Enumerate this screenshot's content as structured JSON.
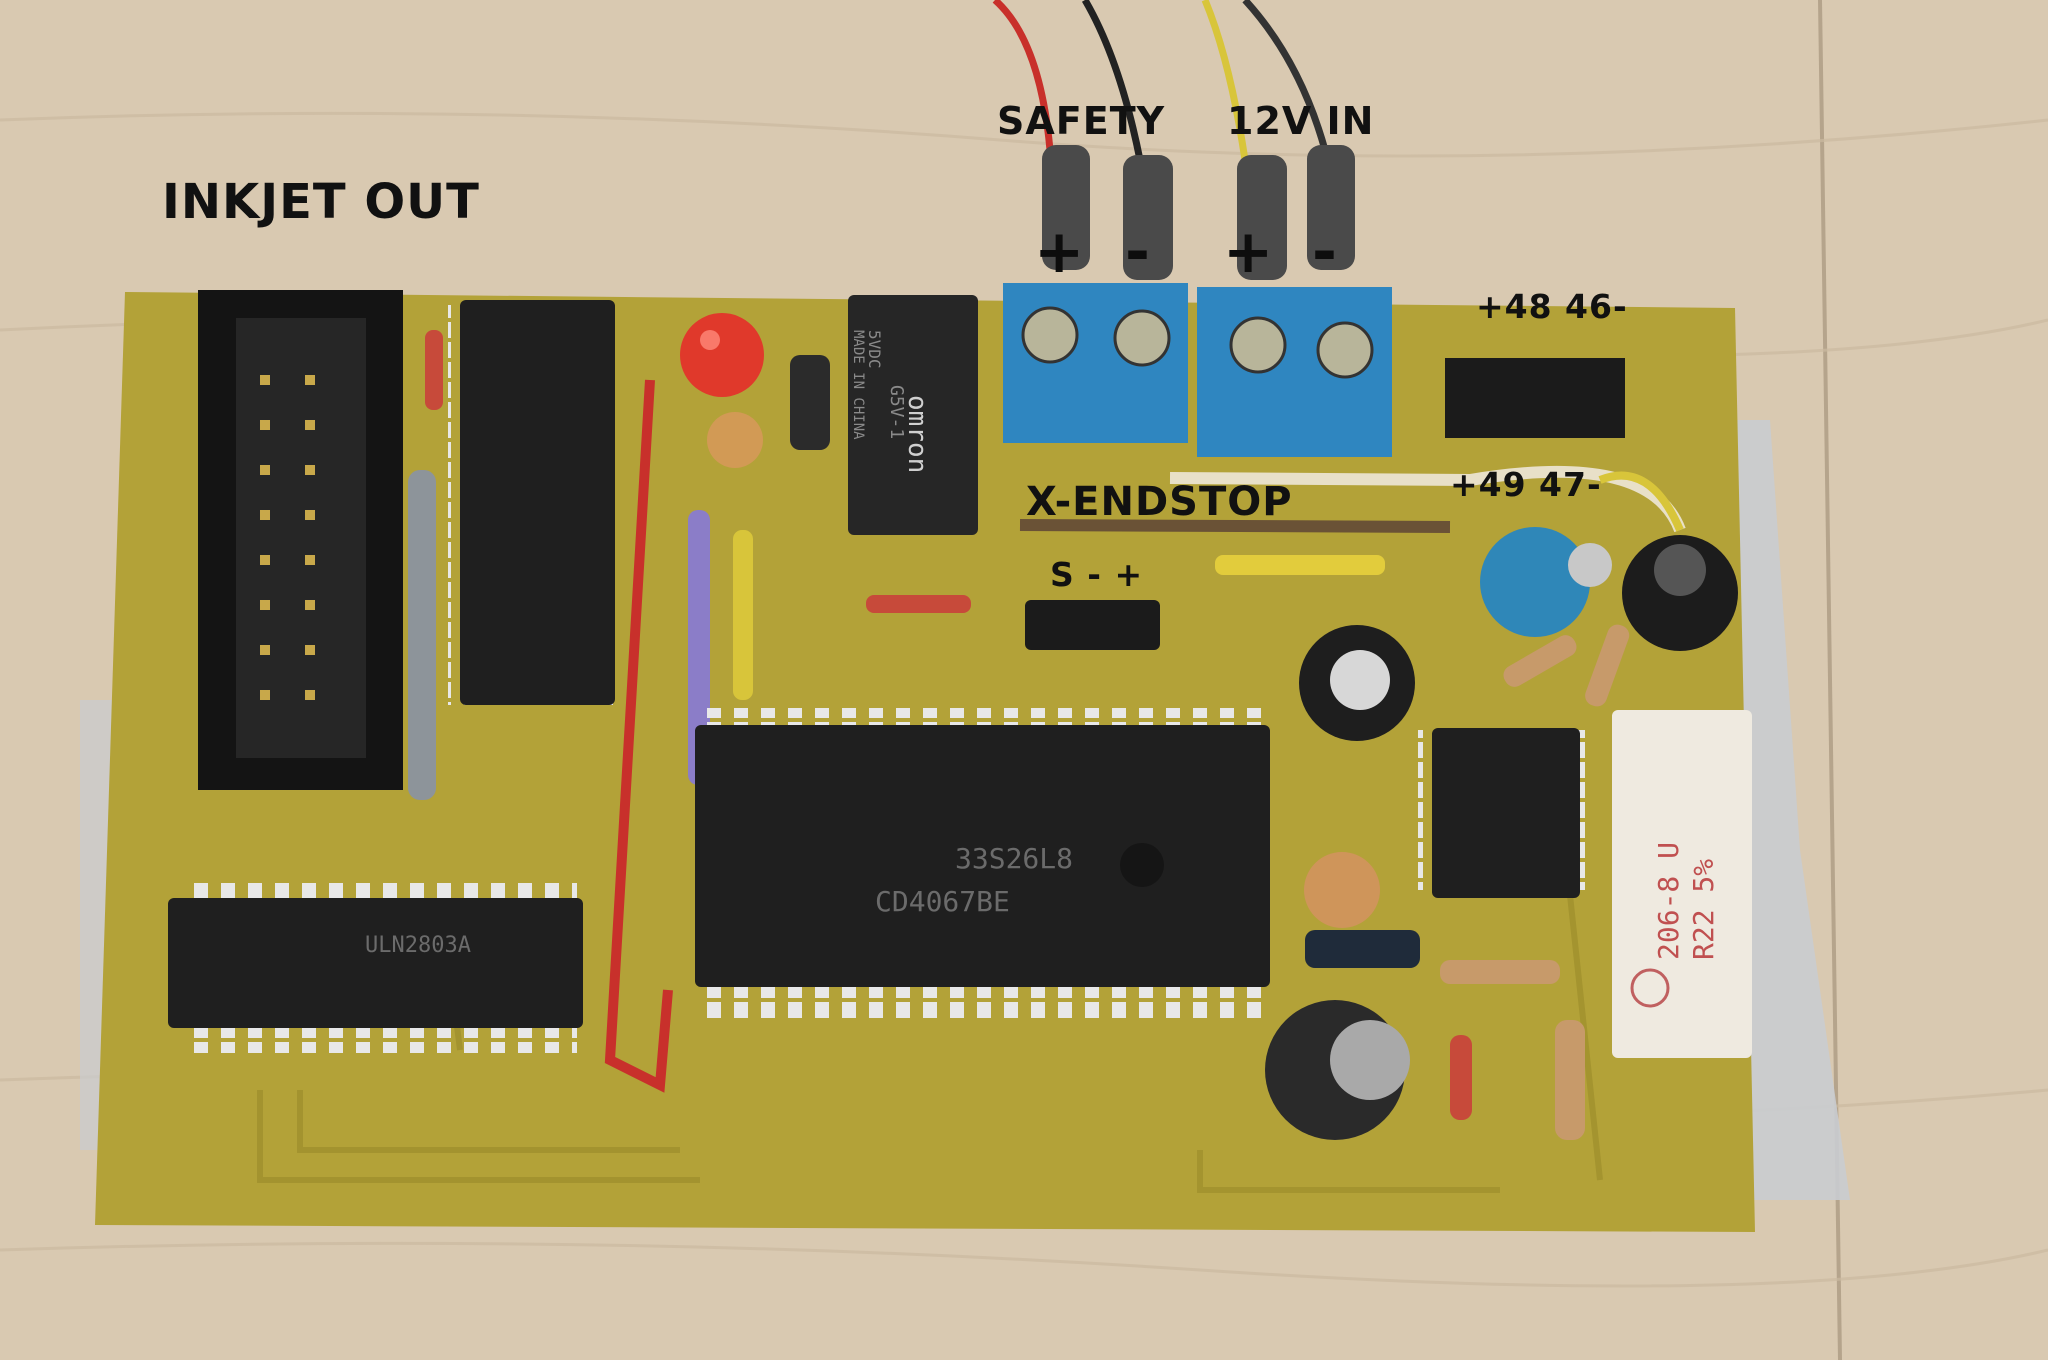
{
  "labels": {
    "inkjet_out": "INKJET OUT",
    "safety": "SAFETY",
    "power_in": "12V IN",
    "safety_plus": "+",
    "safety_minus": "-",
    "power_plus": "+",
    "power_minus": "-",
    "pins_top": "+48 46-",
    "pins_bottom": "+49 47-",
    "x_endstop": "X-ENDSTOP",
    "endstop_pins": "S - +"
  },
  "markings": {
    "mux_chip_line1": "33S26L8",
    "mux_chip_line2": "CD4067BE",
    "driver_chip": "ULN2803A",
    "relay_brand": "omron",
    "relay_model": "G5V-1",
    "relay_voltage": "5VDC",
    "relay_origin": "MADE IN CHINA",
    "power_resistor_1": "206-8 U",
    "power_resistor_2": "R22 5%"
  },
  "colors": {
    "wood": "#d9c9b1",
    "pcb": "#b3a238",
    "chip": "#1f1f1f",
    "terminal_blue": "#2f86c0",
    "wire_red": "#c8302b",
    "wire_yellow": "#d8c53a",
    "wire_purple": "#8b7dc8"
  }
}
